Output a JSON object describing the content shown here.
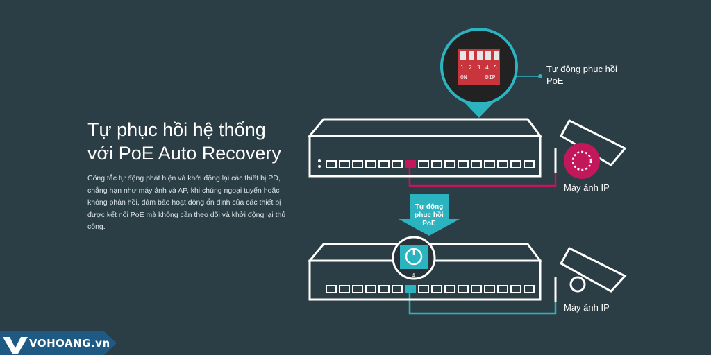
{
  "headline": {
    "line1": "Tự phục hồi hệ thống",
    "line2": "với PoE Auto Recovery"
  },
  "description": "Công tắc tự động phát hiện và khởi động lại các thiết bị PD, chẳng hạn như máy ảnh và AP, khi chúng ngoại tuyến hoặc không phản hồi, đảm bảo hoạt động ổn định của các thiết bị được kết nối PoE mà không cần theo dõi và khởi động lại thủ công.",
  "dip_callout": {
    "label": "Tự động phục hồi PoE",
    "switch_numbers": [
      "1",
      "2",
      "3",
      "4",
      "5"
    ],
    "on_text": "ON",
    "dip_text": "DIP"
  },
  "arrow_label": "Tự động phục hồi PoE",
  "camera_labels": {
    "top": "Máy ảnh IP",
    "bottom": "Máy ảnh IP"
  },
  "port_zoom_number": "4",
  "brand": {
    "name": "VOHOANG.vn"
  },
  "colors": {
    "background": "#2c3e45",
    "accent_magenta": "#c2185b",
    "accent_teal": "#2bb3c0",
    "dip_red": "#c8353d"
  }
}
